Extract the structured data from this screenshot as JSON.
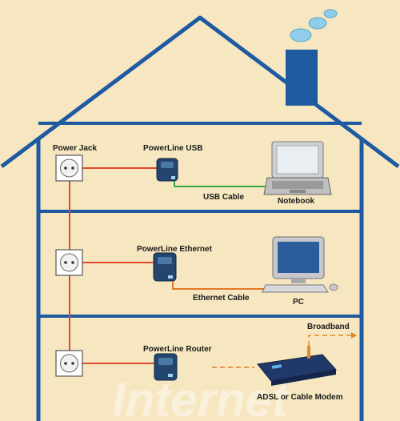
{
  "labels": {
    "power_jack": "Power Jack",
    "powerline_usb": "PowerLine USB",
    "usb_cable": "USB Cable",
    "notebook": "Notebook",
    "powerline_ethernet": "PowerLine Ethernet",
    "ethernet_cable": "Ethernet Cable",
    "pc": "PC",
    "broadband": "Broadband",
    "powerline_router": "PowerLine Router",
    "modem": "ADSL or Cable Modem",
    "watermark": "Internet"
  },
  "colors": {
    "background": "#f6e7c1",
    "house_outline": "#1e5aa0",
    "power_line": "#e04a2a",
    "usb_cable": "#3aa640",
    "ethernet_cable": "#e07a2a",
    "broadband": "#e08a2a",
    "smoke": "#8fcdea"
  }
}
